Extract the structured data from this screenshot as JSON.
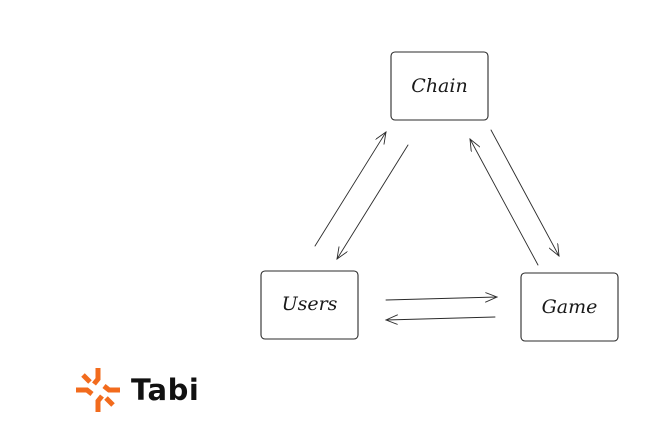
{
  "diagram": {
    "nodes": [
      {
        "id": "chain",
        "label": "Chain"
      },
      {
        "id": "users",
        "label": "Users"
      },
      {
        "id": "game",
        "label": "Game"
      }
    ],
    "edges": [
      {
        "from": "users",
        "to": "chain"
      },
      {
        "from": "chain",
        "to": "users"
      },
      {
        "from": "chain",
        "to": "game"
      },
      {
        "from": "game",
        "to": "chain"
      },
      {
        "from": "users",
        "to": "game"
      },
      {
        "from": "game",
        "to": "users"
      }
    ],
    "stroke_color": "#2b2b2b"
  },
  "brand": {
    "name": "Tabi",
    "accent_color": "#f26b1d",
    "icon": "tabi-logo-icon"
  }
}
